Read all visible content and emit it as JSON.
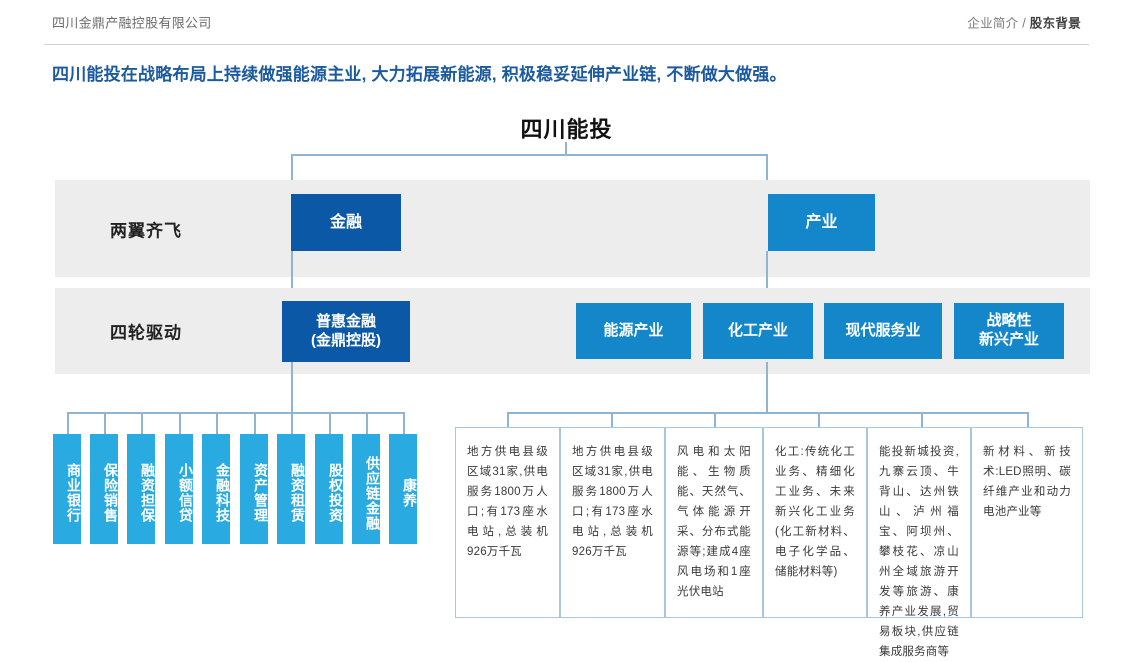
{
  "header": {
    "company": "四川金鼎产融控股有限公司",
    "breadcrumb_section": "企业简介 / ",
    "breadcrumb_current": "股东背景"
  },
  "subtitle": "四川能投在战略布局上持续做强能源主业, 大力拓展新能源, 积极稳妥延伸产业链, 不断做大做强。",
  "chart_data": {
    "type": "diagram",
    "title": "四川能投",
    "root": "四川能投",
    "tiers": [
      {
        "label": "两翼齐飞",
        "nodes": [
          {
            "label": "金融",
            "color": "#0b59a6"
          },
          {
            "label": "产业",
            "color": "#1487cb"
          }
        ]
      },
      {
        "label": "四轮驱动",
        "nodes": [
          {
            "label": "普惠金融\n(金鼎控股)",
            "color": "#0b59a6"
          },
          {
            "label": "能源产业",
            "color": "#1487cb"
          },
          {
            "label": "化工产业",
            "color": "#1487cb"
          },
          {
            "label": "现代服务业",
            "color": "#1487cb"
          },
          {
            "label": "战略性\n新兴产业",
            "color": "#1487cb"
          }
        ]
      }
    ],
    "finance_leaves": [
      "商业银行",
      "保险销售",
      "融资担保",
      "小额信贷",
      "金融科技",
      "资产管理",
      "融资租赁",
      "股权投资",
      "供应链金融",
      "康养"
    ],
    "industry_descriptions": [
      "地方供电县级区域31家,供电服务1800万人口;有173座水电站,总装机926万千瓦",
      "地方供电县级区域31家,供电服务1800万人口;有173座水电站,总装机926万千瓦",
      "风电和太阳能、生物质能、天然气、气体能源开采、分布式能源等;建成4座风电场和1座光伏电站",
      "化工:传统化工业务、精细化工业务、未来新兴化工业务(化工新材料、电子化学品、储能材料等)",
      "能投新城投资,九寨云顶、牛背山、达州铁山、泸州福宝、阿坝州、攀枝花、凉山州全域旅游开发等旅游、康养产业发展,贸易板块,供应链集成服务商等",
      "新材料、新技术:LED照明、碳纤维产业和动力电池产业等"
    ],
    "colors": {
      "dark_blue": "#0b59a6",
      "mid_blue": "#1487cb",
      "light_blue": "#29abe2",
      "band_gray": "#ededed",
      "connector": "#8fb4d4",
      "heading_blue": "#1c5a9e"
    }
  },
  "node_labels": {
    "finance": "金融",
    "industry": "产业",
    "inclusive_l1": "普惠金融",
    "inclusive_l2": "(金鼎控股)",
    "energy": "能源产业",
    "chemical": "化工产业",
    "service": "现代服务业",
    "strategic_l1": "战略性",
    "strategic_l2": "新兴产业"
  },
  "tier_labels": {
    "tier1": "两翼齐飞",
    "tier2": "四轮驱动"
  }
}
